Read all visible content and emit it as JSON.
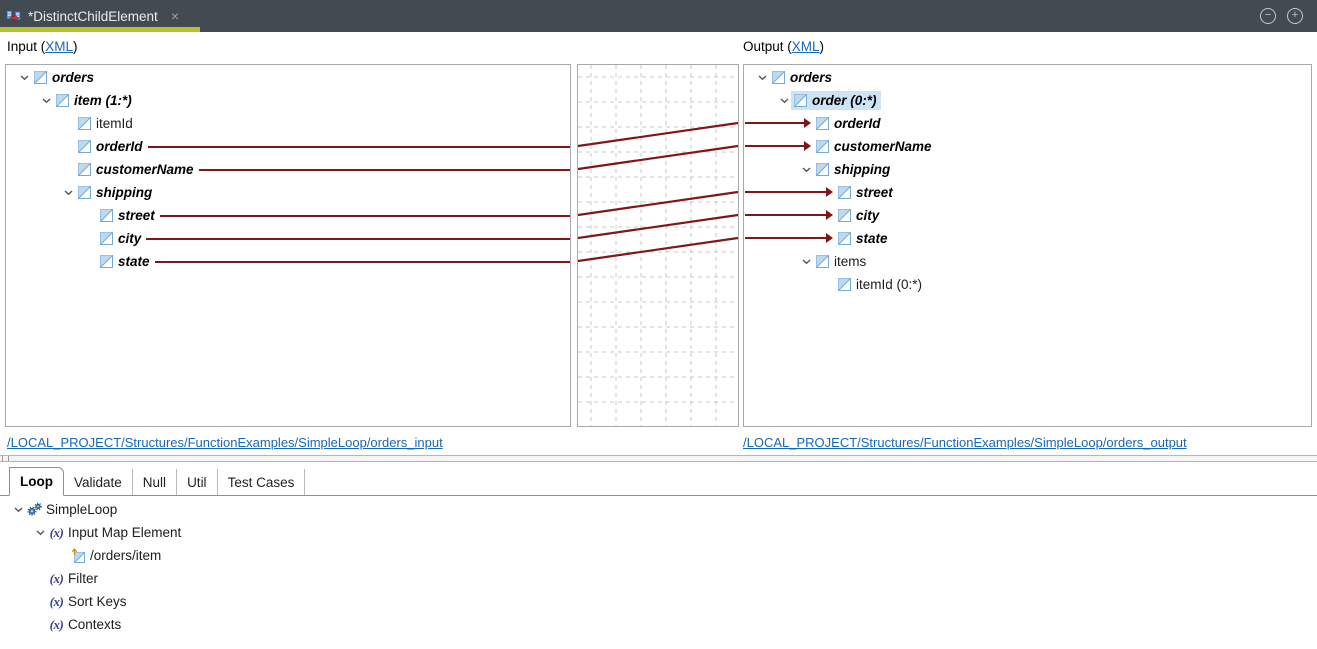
{
  "window": {
    "tab_title": "*DistinctChildElement",
    "close_glyph": "×",
    "minimize_glyph": "−",
    "maximize_glyph": "+"
  },
  "header": {
    "input_text": "Input (",
    "output_text": "Output (",
    "xml_link": "XML",
    "close_paren": ")"
  },
  "input_tree": {
    "footer_link": "/LOCAL_PROJECT/Structures/FunctionExamples/SimpleLoop/orders_input",
    "nodes": [
      {
        "label": "orders",
        "level": 0,
        "bold": true,
        "chevron": true,
        "mapped": false
      },
      {
        "label": "item (1:*)",
        "level": 1,
        "bold": true,
        "chevron": true,
        "mapped": false
      },
      {
        "label": "itemId",
        "level": 2,
        "bold": false,
        "chevron": false,
        "mapped": false
      },
      {
        "label": "orderId",
        "level": 2,
        "bold": true,
        "chevron": false,
        "mapped": true
      },
      {
        "label": "customerName",
        "level": 2,
        "bold": true,
        "chevron": false,
        "mapped": true
      },
      {
        "label": "shipping",
        "level": 2,
        "bold": true,
        "chevron": true,
        "mapped": false
      },
      {
        "label": "street",
        "level": 3,
        "bold": true,
        "chevron": false,
        "mapped": true
      },
      {
        "label": "city",
        "level": 3,
        "bold": true,
        "chevron": false,
        "mapped": true
      },
      {
        "label": "state",
        "level": 3,
        "bold": true,
        "chevron": false,
        "mapped": true
      }
    ]
  },
  "output_tree": {
    "footer_link": "/LOCAL_PROJECT/Structures/FunctionExamples/SimpleLoop/orders_output",
    "nodes": [
      {
        "label": "orders",
        "level": 0,
        "bold": true,
        "chevron": true,
        "mapped": false
      },
      {
        "label": "order (0:*)",
        "level": 1,
        "bold": true,
        "chevron": true,
        "mapped": false,
        "selected": true
      },
      {
        "label": "orderId",
        "level": 2,
        "bold": true,
        "chevron": false,
        "mapped": true
      },
      {
        "label": "customerName",
        "level": 2,
        "bold": true,
        "chevron": false,
        "mapped": true
      },
      {
        "label": "shipping",
        "level": 2,
        "bold": true,
        "chevron": true,
        "mapped": false
      },
      {
        "label": "street",
        "level": 3,
        "bold": true,
        "chevron": false,
        "mapped": true
      },
      {
        "label": "city",
        "level": 3,
        "bold": true,
        "chevron": false,
        "mapped": true
      },
      {
        "label": "state",
        "level": 3,
        "bold": true,
        "chevron": false,
        "mapped": true
      },
      {
        "label": "items",
        "level": 2,
        "bold": false,
        "chevron": true,
        "mapped": false
      },
      {
        "label": "itemId (0:*)",
        "level": 3,
        "bold": false,
        "chevron": false,
        "mapped": false
      }
    ]
  },
  "mappings": [
    {
      "from": "orderId",
      "to": "orderId",
      "input_row": 3,
      "output_row": 2
    },
    {
      "from": "customerName",
      "to": "customerName",
      "input_row": 4,
      "output_row": 3
    },
    {
      "from": "street",
      "to": "street",
      "input_row": 6,
      "output_row": 5
    },
    {
      "from": "city",
      "to": "city",
      "input_row": 7,
      "output_row": 6
    },
    {
      "from": "state",
      "to": "state",
      "input_row": 8,
      "output_row": 7
    }
  ],
  "bottom_panel": {
    "active_tab": "Loop",
    "tabs": [
      {
        "label": "Loop"
      },
      {
        "label": "Validate"
      },
      {
        "label": "Null"
      },
      {
        "label": "Util"
      },
      {
        "label": "Test Cases"
      }
    ],
    "tree": [
      {
        "label": "SimpleLoop",
        "level": 0,
        "icon": "gears-icon",
        "chevron": true
      },
      {
        "label": "Input Map Element",
        "level": 1,
        "icon": "function-icon",
        "chevron": true
      },
      {
        "label": "/orders/item",
        "level": 2,
        "icon": "element-arrow-icon",
        "chevron": false
      },
      {
        "label": "Filter",
        "level": 1,
        "icon": "function-icon",
        "chevron": false
      },
      {
        "label": "Sort Keys",
        "level": 1,
        "icon": "function-icon",
        "chevron": false
      },
      {
        "label": "Contexts",
        "level": 1,
        "icon": "function-icon",
        "chevron": false
      }
    ]
  },
  "colors": {
    "mapping_line": "#7f1618",
    "tab_underline": "#b6c32f",
    "topbar_bg": "#424a52",
    "link": "#1768b8",
    "selection_bg": "#cde4f6",
    "grid_line": "#c9c9c9"
  }
}
